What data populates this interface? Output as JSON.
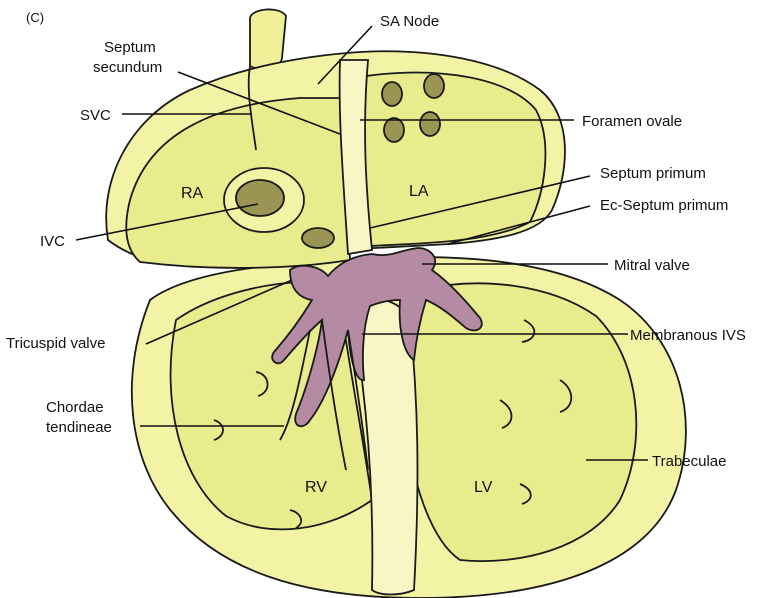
{
  "panel_label": "(C)",
  "chambers": {
    "ra": "RA",
    "la": "LA",
    "rv": "RV",
    "lv": "LV"
  },
  "labels": {
    "sa_node": "SA Node",
    "septum_secundum_line1": "Septum",
    "septum_secundum_line2": "secundum",
    "svc": "SVC",
    "ivc": "IVC",
    "foramen_ovale": "Foramen ovale",
    "septum_primum": "Septum primum",
    "ec_septum_primum": "Ec-Septum primum",
    "mitral_valve": "Mitral valve",
    "tricuspid_valve": "Tricuspid valve",
    "membranous_ivs": "Membranous IVS",
    "chordae_line1": "Chordae",
    "chordae_line2": "tendineae",
    "trabeculae": "Trabeculae"
  },
  "colors": {
    "myocardium": "#f3f3a6",
    "cavity": "#e8ec8c",
    "septum_light": "#f7f6c4",
    "valve_tissue": "#b58aa3",
    "vessel_dark": "#9b9553",
    "outline": "#1a1a1a"
  }
}
